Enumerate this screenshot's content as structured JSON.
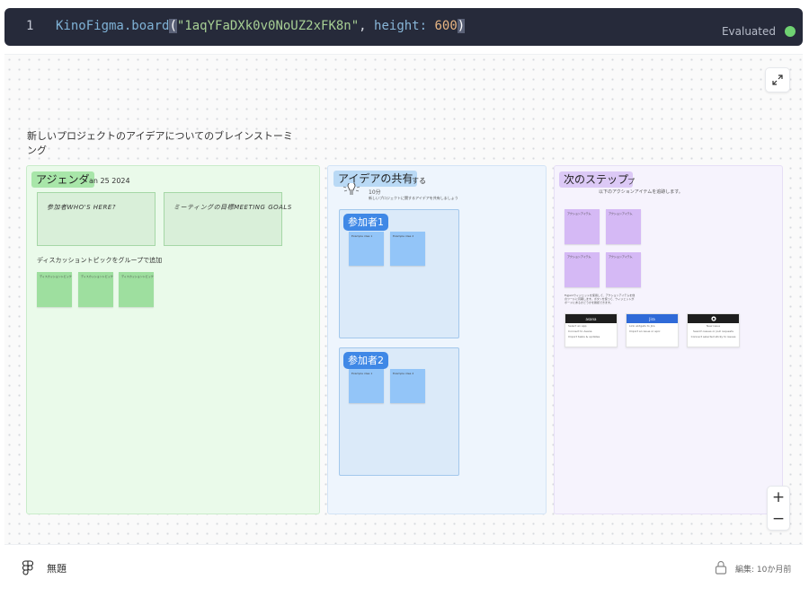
{
  "code_cell": {
    "line_number": "1",
    "module": "KinoFigma",
    "function": ".board",
    "paren_open": "(",
    "board_id": "\"1aqYFaDXk0v0NoUZ2xFK8n\"",
    "separator": ", ",
    "option_key": "height: ",
    "option_value": "600",
    "paren_close": ")",
    "status": "Evaluated",
    "status_color": "#6fd272"
  },
  "board": {
    "title": "新しいプロジェクトのアイデアについてのブレインストーミング",
    "controls": {
      "zoom_in": "+",
      "zoom_out": "−"
    },
    "sections": {
      "agenda": {
        "label": "アジェンダ",
        "date": "an 25 2024",
        "whos_here": "参加者WHO'S HERE?",
        "meeting_goals": "ミーティングの目標MEETING GOALS",
        "discussion": "ディスカッショントピックをグループで追加",
        "stickies": [
          "ディスカッショントピック",
          "ディスカッショントピック",
          "ディスカッショントピック"
        ]
      },
      "ideas": {
        "label": "アイデアの共有",
        "label_tail": "する",
        "timer": "10分",
        "instruction": "新しいプロジェクトに関するアイデアを共有しましょう",
        "participants": [
          {
            "name": "参加者1",
            "ideas": [
              "Example idea 1",
              "Example idea 2"
            ]
          },
          {
            "name": "参加者2",
            "ideas": [
              "Example idea 1",
              "Example idea 2"
            ]
          }
        ]
      },
      "next_steps": {
        "label": "次のステップ",
        "label_tail": "プ",
        "subtitle": "以下のアクションアイテムを追跡します。",
        "stickies": [
          "アクションアイテム",
          "アクションアイテム",
          "アクションアイテム",
          "アクションアイテム"
        ],
        "note": "FigJamウィジェットを使用して、アクションアイテムを他のツールに同期します。ボタンを使って、ウィジェットがボードにあるかどうかを確認できます。",
        "cards": [
          {
            "name": "asana",
            "header_color": "#1e1e1e",
            "rows": [
              "Select an app",
              "Connect to Asana",
              "Import tasks & updates"
            ]
          },
          {
            "name": "Jira",
            "header_color": "#2f6ad8",
            "rows": [
              "Link widgets to Jira",
              "Import an issue or epic"
            ]
          },
          {
            "name": "GitHub",
            "header_color": "#1e1e1e",
            "rows": [
              "New issue",
              "Search issues or pull requests",
              "Connect selected sticky to issues"
            ]
          }
        ]
      }
    }
  },
  "footer": {
    "file_name": "無題",
    "edited": "編集: 10か月前"
  }
}
